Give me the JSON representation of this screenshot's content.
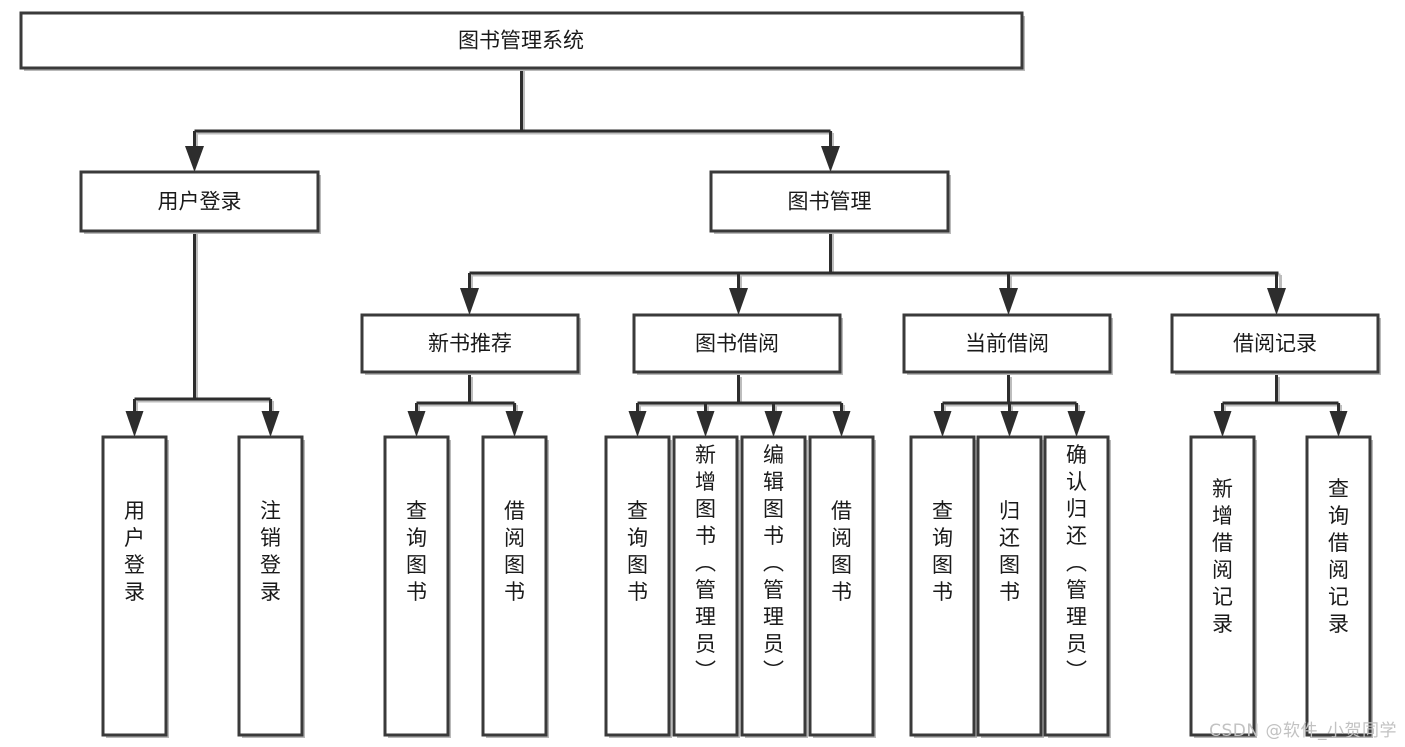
{
  "diagram": {
    "type": "tree-hierarchy",
    "orientation": "top-down",
    "title": "图书管理系统",
    "root": {
      "id": "root",
      "label": "图书管理系统"
    },
    "level2": [
      {
        "id": "user-login",
        "label": "用户登录"
      },
      {
        "id": "book-manage",
        "label": "图书管理"
      }
    ],
    "level3": [
      {
        "id": "new-book-recommend",
        "label": "新书推荐",
        "parent": "book-manage"
      },
      {
        "id": "book-borrow",
        "label": "图书借阅",
        "parent": "book-manage"
      },
      {
        "id": "current-borrow",
        "label": "当前借阅",
        "parent": "book-manage"
      },
      {
        "id": "borrow-record",
        "label": "借阅记录",
        "parent": "book-manage"
      }
    ],
    "leaves": [
      {
        "id": "leaf-user-login",
        "label": "用户登录",
        "parent": "user-login"
      },
      {
        "id": "leaf-user-logout",
        "label": "注销登录",
        "parent": "user-login"
      },
      {
        "id": "leaf-query-book-1",
        "label": "查询图书",
        "parent": "new-book-recommend"
      },
      {
        "id": "leaf-borrow-book-1",
        "label": "借阅图书",
        "parent": "new-book-recommend"
      },
      {
        "id": "leaf-query-book-2",
        "label": "查询图书",
        "parent": "book-borrow"
      },
      {
        "id": "leaf-add-book",
        "label": "新增图书（管理员）",
        "parent": "book-borrow"
      },
      {
        "id": "leaf-edit-book",
        "label": "编辑图书（管理员）",
        "parent": "book-borrow"
      },
      {
        "id": "leaf-borrow-book-2",
        "label": "借阅图书",
        "parent": "book-borrow"
      },
      {
        "id": "leaf-query-book-3",
        "label": "查询图书",
        "parent": "current-borrow"
      },
      {
        "id": "leaf-return-book",
        "label": "归还图书",
        "parent": "current-borrow"
      },
      {
        "id": "leaf-confirm-return",
        "label": "确认归还（管理员）",
        "parent": "current-borrow"
      },
      {
        "id": "leaf-add-record",
        "label": "新增借阅记录",
        "parent": "borrow-record"
      },
      {
        "id": "leaf-query-record",
        "label": "查询借阅记录",
        "parent": "borrow-record"
      }
    ],
    "colors": {
      "background": "#ffffff",
      "box_fill": "#ffffff",
      "box_stroke": "#3a3a3a",
      "connector": "#2d2d2d",
      "shadow": "#bdbdbd",
      "text": "#1a1a1a",
      "watermark": "#c2c2c2"
    }
  },
  "watermark": {
    "text": "CSDN @软件_小贺同学"
  }
}
